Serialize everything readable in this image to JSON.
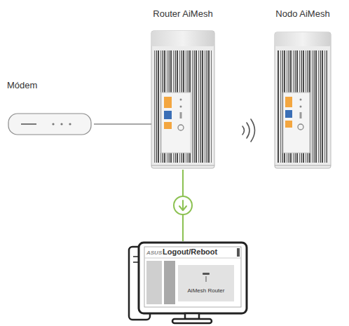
{
  "diagram": {
    "nodes": [
      {
        "text": [
          "Módem"
        ]
      },
      {
        "text": [
          "Router AiMesh"
        ]
      },
      {
        "text": [
          "Nodo AiMesh"
        ]
      },
      {
        "text": [
          "ASUS",
          "Logout/Reboot"
        ]
      },
      {
        "text": [
          "AiMesh Router"
        ],
        "in": 3
      }
    ],
    "edges": [
      {
        "from": 0,
        "to": 1,
        "arrow": "none"
      },
      {
        "from": 1,
        "to": 3,
        "arrow": "to"
      }
    ]
  }
}
